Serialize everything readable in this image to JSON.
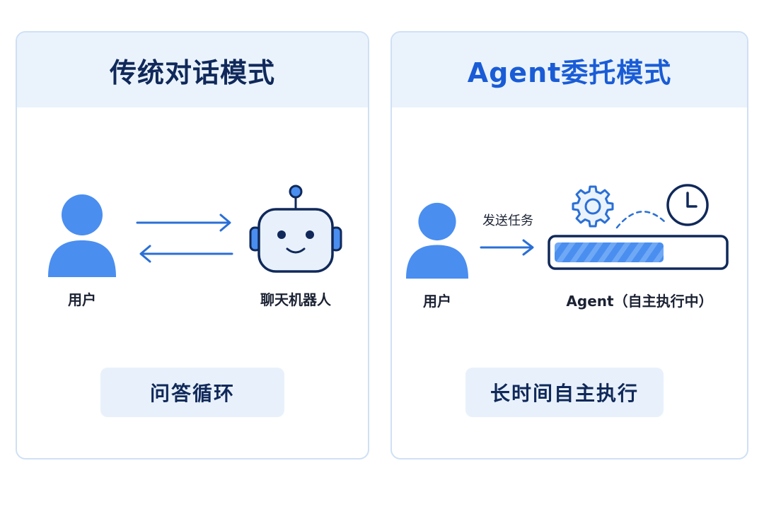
{
  "left_panel": {
    "title": "传统对话模式",
    "user_label": "用户",
    "bot_label": "聊天机器人",
    "footer": "问答循环"
  },
  "right_panel": {
    "title": "Agent委托模式",
    "user_label": "用户",
    "arrow_label": "发送任务",
    "agent_label": "Agent（自主执行中）",
    "footer": "长时间自主执行"
  },
  "colors": {
    "accent_blue": "#4a8ef0",
    "line_blue": "#2a6fd6",
    "navy": "#10295a",
    "header_bg": "#eaf3fc",
    "pill_bg": "#e8f1fb"
  }
}
